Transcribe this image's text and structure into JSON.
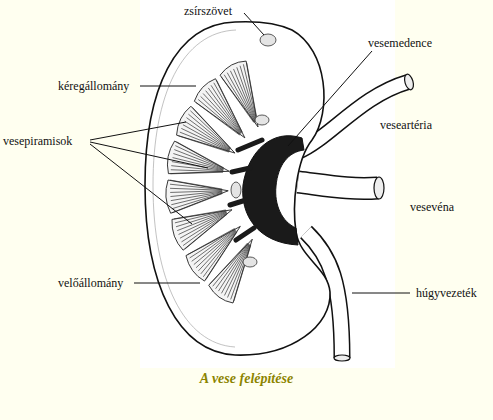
{
  "diagram": {
    "caption": "A vese felépítése",
    "labels": [
      "zsírszövet",
      "vesemedence",
      "kéregállomány",
      "veseartéria",
      "vesepiramisok",
      "vesevéna",
      "velőállomány",
      "húgyvezeték"
    ]
  }
}
